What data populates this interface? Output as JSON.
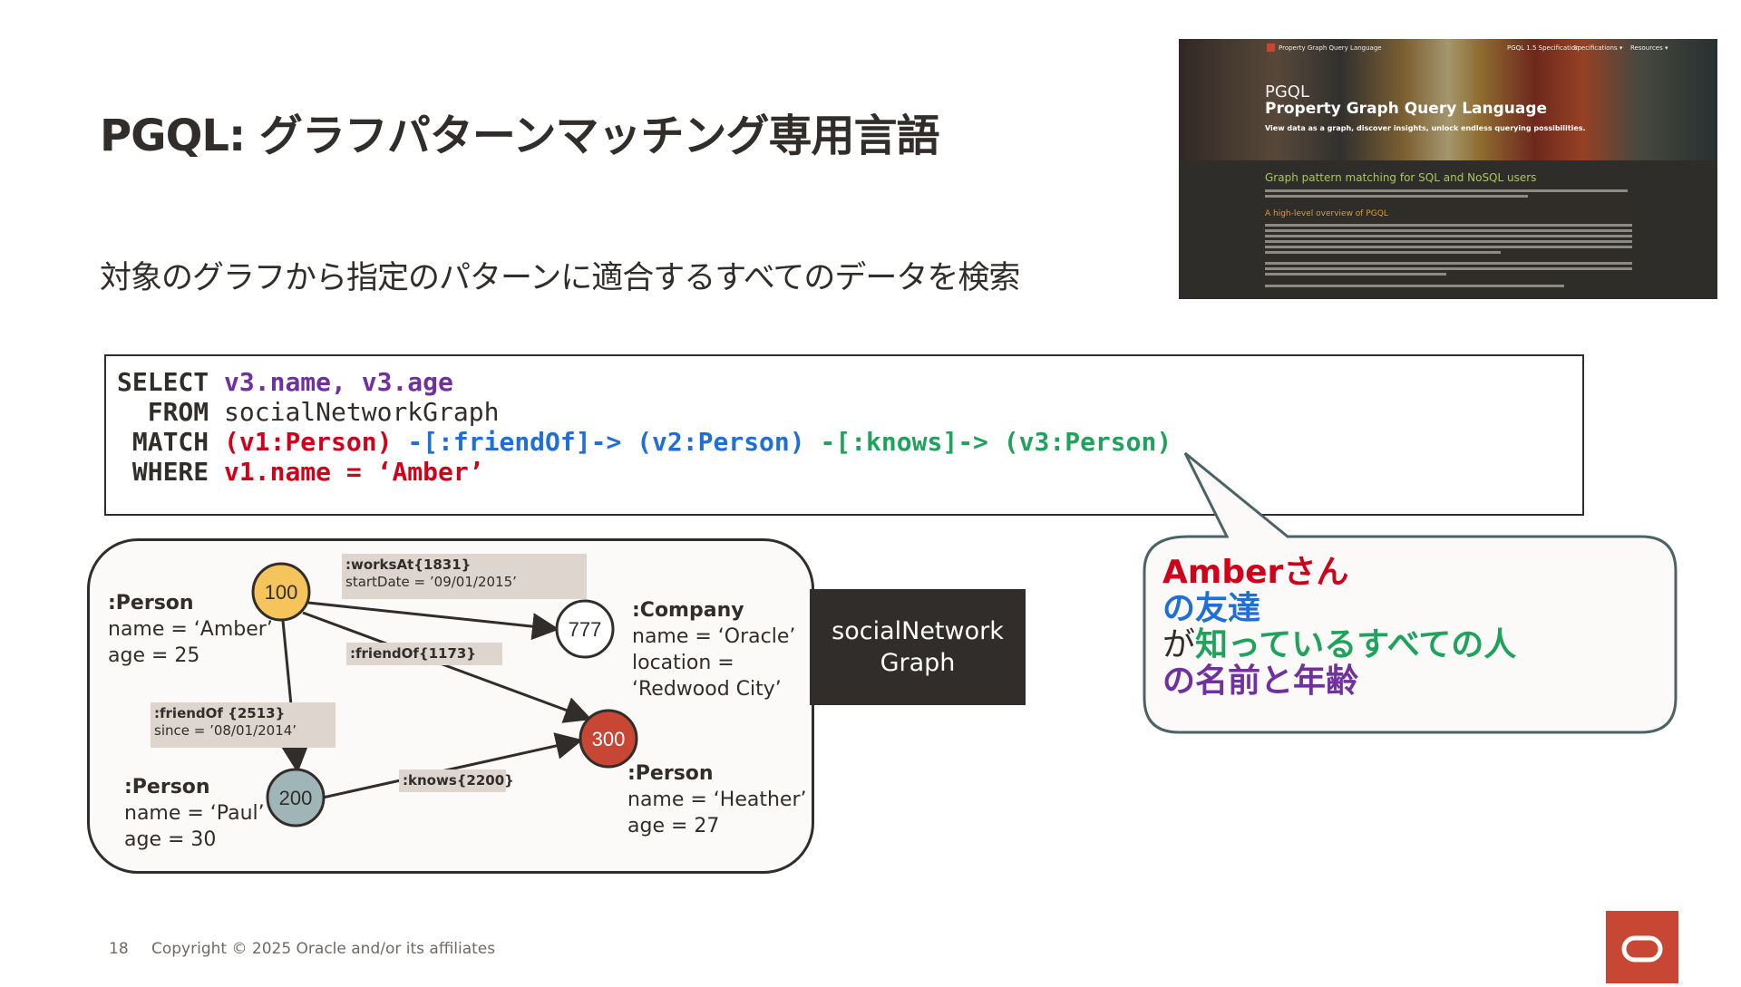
{
  "slide": {
    "title": "PGQL: グラフパターンマッチング専用言語",
    "subtitle": "対象のグラフから指定のパターンに適合するすべてのデータを検索",
    "page_number": "18",
    "copyright": "Copyright © 2025 Oracle and/or its affiliates"
  },
  "thumbnail": {
    "site_name": "Property Graph Query Language",
    "nav": [
      "PGQL 1.5 Specification",
      "Specifications ▾",
      "Resources ▾"
    ],
    "hero_small": "PGQL",
    "hero_title": "Property Graph Query Language",
    "hero_tagline": "View data as a graph, discover insights, unlock endless querying possibilities.",
    "section_heading": "Graph pattern matching for SQL and NoSQL users",
    "subsection_heading": "A high-level overview of PGQL"
  },
  "query": {
    "select_kw": "SELECT",
    "select_cols": "v3.name, v3.age",
    "from_kw": "FROM",
    "from_graph": "socialNetworkGraph",
    "match_kw": "MATCH",
    "match_v1": "(v1:Person)",
    "match_e1": "-[:friendOf]->",
    "match_v2": "(v2:Person)",
    "match_e2": "-[:knows]->",
    "match_v3": "(v3:Person)",
    "where_kw": "WHERE",
    "where_cond": "v1.name = ‘Amber’"
  },
  "graph": {
    "nodes": [
      {
        "id": "100",
        "color": "#f5c55c"
      },
      {
        "id": "777",
        "color": "#ffffff"
      },
      {
        "id": "300",
        "color": "#c74634"
      },
      {
        "id": "200",
        "color": "#9fb5b7"
      }
    ],
    "props": {
      "amber": {
        "label": ":Person",
        "l1": "name = ‘Amber’",
        "l2": "age = 25"
      },
      "company": {
        "label": ":Company",
        "l1": "name = ‘Oracle’",
        "l2": "location =",
        "l3": "‘Redwood City’"
      },
      "paul": {
        "label": ":Person",
        "l1": "name = ‘Paul’",
        "l2": "age = 30"
      },
      "heather": {
        "label": ":Person",
        "l1": "name = ‘Heather’",
        "l2": "age = 27"
      }
    },
    "edges": {
      "worksAt": {
        "label": ":worksAt{1831}",
        "prop": "startDate = ’09/01/2015’"
      },
      "friendOf1173": {
        "label": ":friendOf{1173}"
      },
      "friendOf2513": {
        "label": ":friendOf {2513}",
        "prop": "since = ’08/01/2014’"
      },
      "knows": {
        "label": ":knows{2200}"
      }
    },
    "tag_line1": "socialNetwork",
    "tag_line2": "Graph"
  },
  "bubble": {
    "line1": "Amberさん",
    "line2": "の友達",
    "line3a": "が",
    "line3b": "知っているすべての人",
    "line4": "の名前と年齢",
    "colors": {
      "red": "#d0021b",
      "blue": "#1f6fd6",
      "green": "#1fa35c",
      "purple": "#7030a0"
    }
  }
}
